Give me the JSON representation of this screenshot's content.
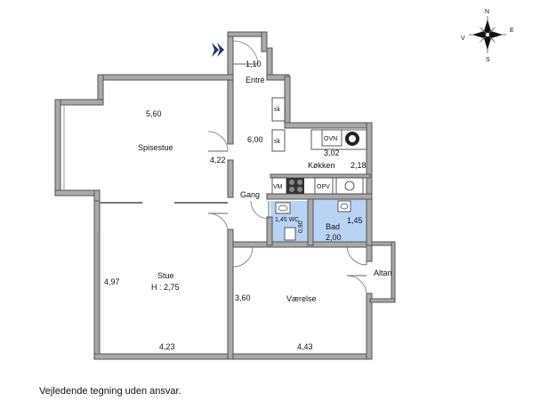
{
  "compass": {
    "n": "N",
    "s": "S",
    "e": "E",
    "w": "V"
  },
  "rooms": {
    "entre": {
      "name": "Entré",
      "dim": "1,10"
    },
    "spisestue": {
      "name": "Spisestue",
      "dim_top": "5,60",
      "dim_side": "4,22"
    },
    "gang": {
      "name": "Gang",
      "dim": "6,00"
    },
    "kokken": {
      "name": "Køkken",
      "dim_top": "3,02",
      "dim_side": "2,18"
    },
    "stue": {
      "name": "Stue",
      "height": "H : 2,75",
      "dim_side": "4,97",
      "dim_bottom": "4,23"
    },
    "vaerelse": {
      "name": "Værelse",
      "dim_side": "3,60",
      "dim_bottom": "4,43"
    },
    "wc": {
      "name": "1,45 WC",
      "dim": "0,90"
    },
    "bad": {
      "name": "Bad",
      "dim_a": "1,45",
      "dim_b": "2,00"
    },
    "altan": {
      "name": "Altan"
    }
  },
  "fixtures": {
    "sk1": "sk",
    "sk2": "sk",
    "ovn": "OVN",
    "vm": "VM",
    "opv": "OPV"
  },
  "disclaimer": "Vejledende tegning uden ansvar.",
  "colors": {
    "wall": "#a9a9a9",
    "wet_room": "#b9d3f5",
    "entry_arrow": "#1d3a66"
  }
}
